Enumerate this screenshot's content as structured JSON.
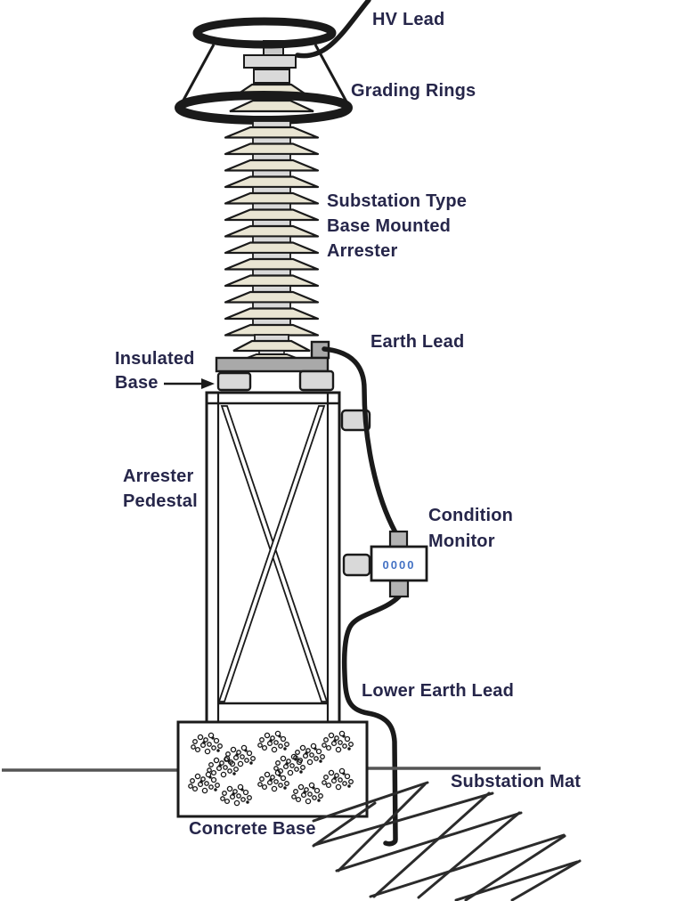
{
  "diagram_title": "Substation Type Base Mounted Arrester",
  "labels": {
    "hv_lead": "HV Lead",
    "grading_rings": "Grading Rings",
    "arrester_line1": "Substation Type",
    "arrester_line2": "Base Mounted",
    "arrester_line3": "Arrester",
    "earth_lead": "Earth Lead",
    "insulated_line1": "Insulated",
    "insulated_line2": "Base",
    "pedestal_line1": "Arrester",
    "pedestal_line2": "Pedestal",
    "monitor_line1": "Condition",
    "monitor_line2": "Monitor",
    "lower_earth_lead": "Lower Earth Lead",
    "substation_mat": "Substation Mat",
    "concrete_base": "Concrete Base"
  },
  "monitor": {
    "display": "0000"
  },
  "colors": {
    "label_text": "#26264a",
    "monitor_display": "#4472c4",
    "line": "#1a1a1a",
    "shed_fill": "#e9e5d3",
    "metal_light": "#d9d9d9",
    "metal_mid": "#a9a9a9",
    "ground_line": "#555555"
  }
}
